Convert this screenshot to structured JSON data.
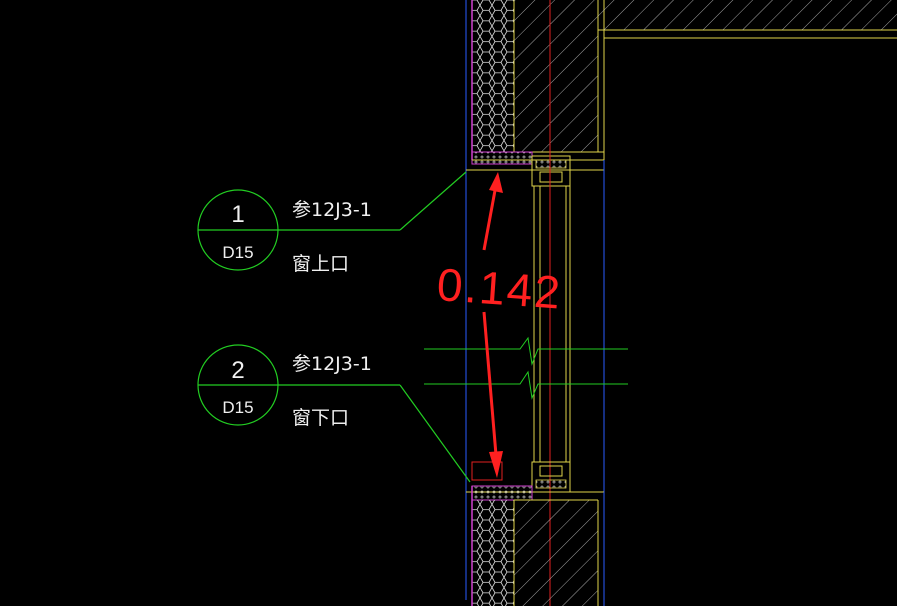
{
  "callouts": [
    {
      "number": "1",
      "sheet": "D15",
      "ref": "参12J3-1",
      "desc": "窗上口"
    },
    {
      "number": "2",
      "sheet": "D15",
      "ref": "参12J3-1",
      "desc": "窗下口"
    }
  ],
  "annotation": {
    "text": "0.142",
    "color": "#ff2020"
  },
  "colors": {
    "background": "#000000",
    "callout": "#22cc22",
    "callout_text": "#f0f0f0",
    "insulation": "#e0e0e0",
    "outline": "#e0d44a",
    "concrete": "#cfcfcf",
    "grid_blue": "#2a5cff",
    "magenta": "#d040d0",
    "red_line": "#e02020"
  }
}
